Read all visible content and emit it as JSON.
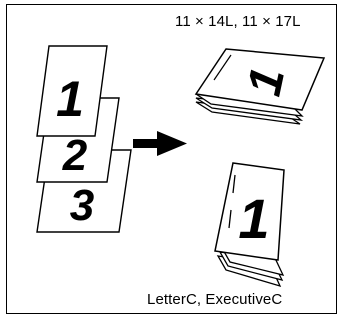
{
  "captions": {
    "top": "11 × 14L, 11 × 17L",
    "bottom": "LetterC, ExecutiveC"
  },
  "pages": {
    "page1": "1",
    "page2": "2",
    "page3": "3"
  },
  "outputs": {
    "landscape_page": "1",
    "portrait_page": "1"
  },
  "icons": {
    "arrow": "arrow-right-icon"
  }
}
